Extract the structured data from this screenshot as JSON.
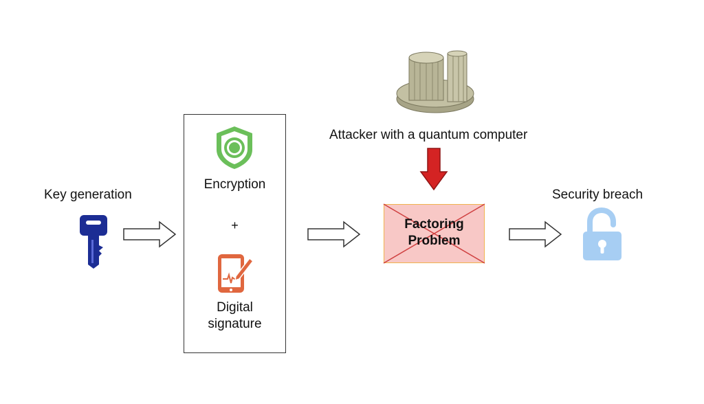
{
  "labels": {
    "key_generation": "Key generation",
    "encryption": "Encryption",
    "plus": "+",
    "digital_signature_line1": "Digital",
    "digital_signature_line2": "signature",
    "attacker": "Attacker with a quantum computer",
    "problem_line1": "Factoring",
    "problem_line2": "Problem",
    "security_breach": "Security breach"
  },
  "colors": {
    "key": "#1c2d94",
    "shield": "#6bbf5a",
    "tablet": "#e0673f",
    "lock": "#a7cef3",
    "attack_arrow": "#d42323",
    "problem_fill": "#f8c8c6",
    "problem_border": "#f0b24d",
    "cross": "#cf4040",
    "quantum_computer": "#b8b597"
  },
  "icons": [
    "key-icon",
    "shield-icon",
    "tablet-signature-icon",
    "quantum-computer-icon",
    "open-lock-icon"
  ]
}
